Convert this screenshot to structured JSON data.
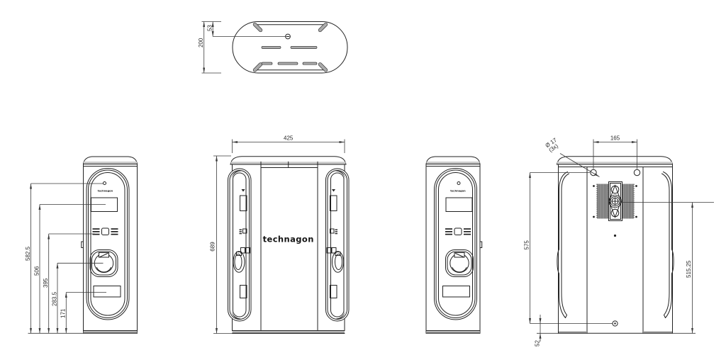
{
  "drawing": {
    "brand": "technagon",
    "top_view": {
      "dim_depth": "200",
      "dim_hole_offset": "53"
    },
    "side_view": {
      "dim_sensor_height": "582.5",
      "dim_display_height": "506",
      "dim_led_height": "395",
      "dim_socket_height": "283.5",
      "dim_window_height": "171"
    },
    "front_view": {
      "dim_width": "425",
      "dim_height": "689"
    },
    "back_view": {
      "dim_hole_spacing": "165",
      "dim_hole_diameter": "Ø 17",
      "dim_hole_count": "(3x)",
      "dim_height_left": "575",
      "dim_height_right": "515.25",
      "dim_base_offset": "52"
    }
  }
}
